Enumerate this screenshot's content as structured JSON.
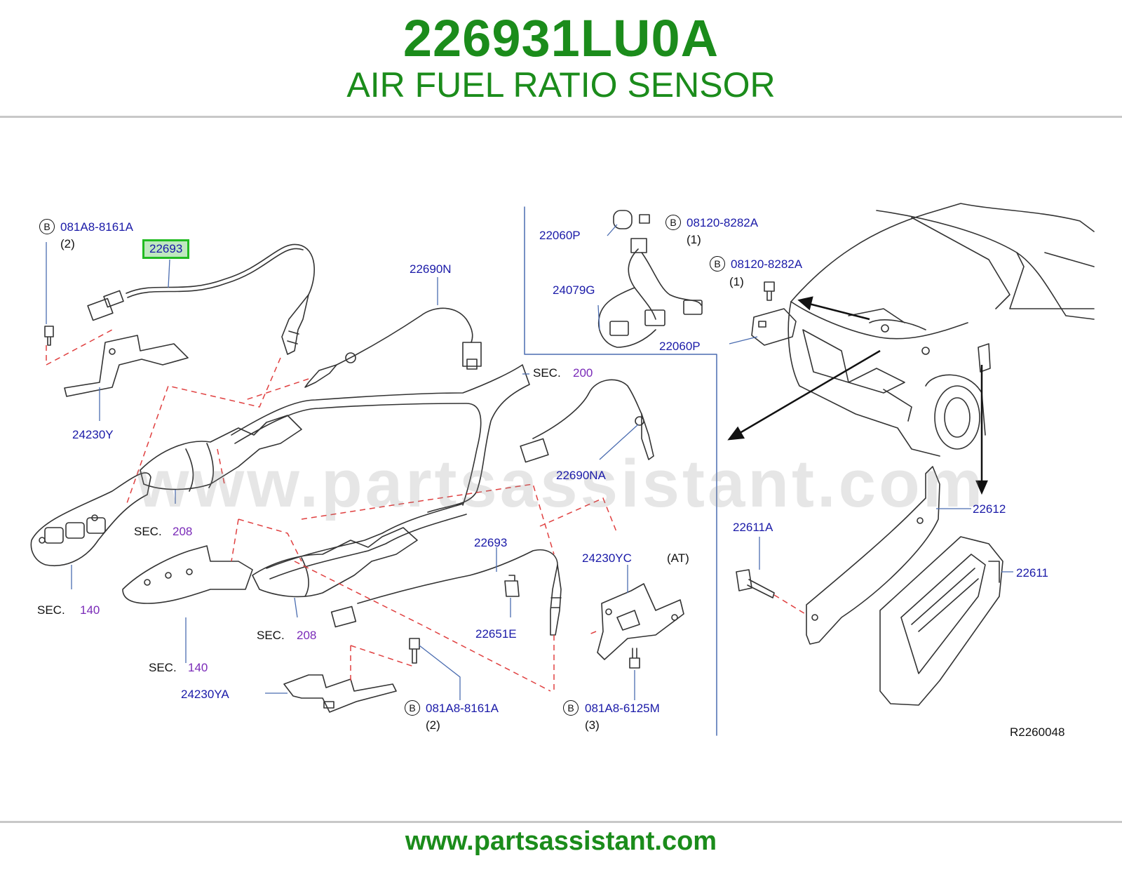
{
  "header": {
    "part_number": "226931LU0A",
    "part_name": "AIR FUEL RATIO SENSOR"
  },
  "watermark": "www.partsassistant.com",
  "footer": {
    "url": "www.partsassistant.com"
  },
  "diagram": {
    "ref_code": "R2260048",
    "highlighted_part": "22693",
    "callouts": {
      "bolt_left_top": {
        "symbol": "B",
        "part": "081A8-8161A",
        "qty": "(2)"
      },
      "sensor_upper": "22693",
      "bracket_upper": "24230Y",
      "sensor_22690n": "22690N",
      "sec_200": {
        "prefix": "SEC.",
        "num": "200"
      },
      "sensor_22690na": "22690NA",
      "sec_208_a": {
        "prefix": "SEC.",
        "num": "208"
      },
      "sec_140_a": {
        "prefix": "SEC.",
        "num": "140"
      },
      "sec_208_b": {
        "prefix": "SEC.",
        "num": "208"
      },
      "sec_140_b": {
        "prefix": "SEC.",
        "num": "140"
      },
      "sensor_lower": "22693",
      "clip": "22651E",
      "bracket_yc": "24230YC",
      "at_note": "(AT)",
      "bracket_ya": "24230YA",
      "bolt_lower_mid": {
        "symbol": "B",
        "part": "081A8-8161A",
        "qty": "(2)"
      },
      "bolt_lower_right": {
        "symbol": "B",
        "part": "081A8-6125M",
        "qty": "(3)"
      },
      "knock_sensor_top": "22060P",
      "bolt_knock_1": {
        "symbol": "B",
        "part": "08120-8282A",
        "qty": "(1)"
      },
      "harness": "24079G",
      "bolt_knock_2": {
        "symbol": "B",
        "part": "08120-8282A",
        "qty": "(1)"
      },
      "knock_sensor_bottom": "22060P",
      "bracket_22612": "22612",
      "bolt_22611a": "22611A",
      "ecm_22611": "22611"
    }
  }
}
